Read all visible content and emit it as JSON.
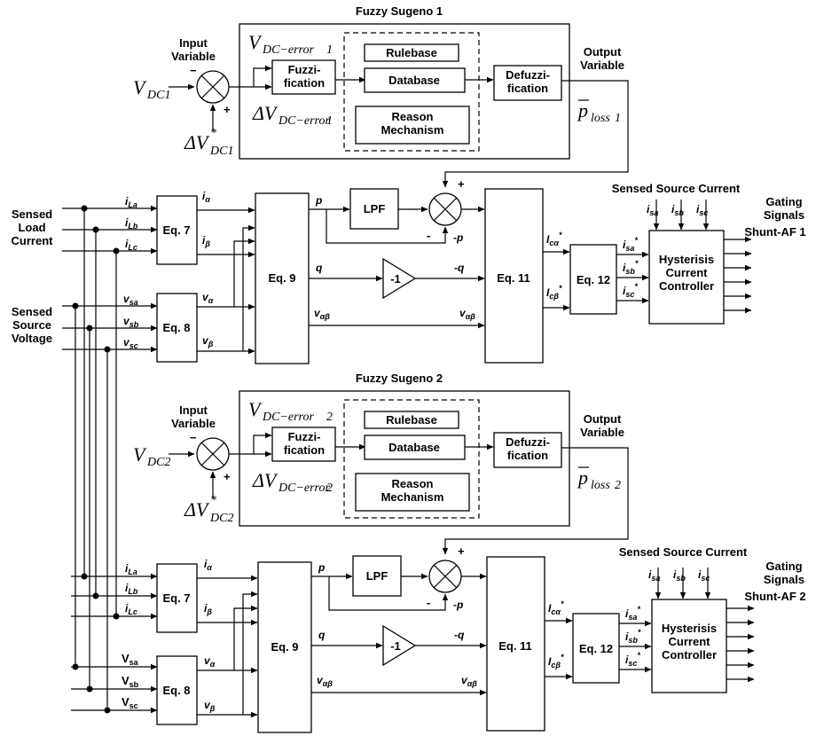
{
  "shared": {
    "input_variable": "Input\nVariable",
    "output_variable": "Output\nVariable",
    "fuzzification": "Fuzzi-\nfication",
    "rulebase": "Rulebase",
    "database": "Database",
    "reason_mechanism": "Reason\nMechanism",
    "defuzzification": "Defuzzi-\nfication",
    "lpf": "LPF",
    "gain": "-1",
    "eq7": "Eq. 7",
    "eq8": "Eq. 8",
    "eq9": "Eq. 9",
    "eq11": "Eq. 11",
    "eq12": "Eq. 12",
    "hysteresis_controller": "Hysterisis\nCurrent\nController",
    "sensed_source_current": "Sensed Source Current",
    "sensed_load_current": "Sensed\nLoad\nCurrent",
    "sensed_source_voltage": "Sensed\nSource\nVoltage",
    "gating_signals_label": "Gating\nSignals",
    "minus": "−",
    "plus": "+",
    "minus_small": "-",
    "i_la": "i",
    "i_la_sub": "La",
    "i_lb": "i",
    "i_lb_sub": "Lb",
    "i_lc": "i",
    "i_lc_sub": "Lc",
    "v_sa": "v",
    "v_sa_sub": "sa",
    "v_sb": "v",
    "v_sb_sub": "sb",
    "v_sc": "v",
    "v_sc_sub": "sc",
    "V_sa": "V",
    "V_sa_sub": "sa",
    "V_sb": "V",
    "V_sb_sub": "sb",
    "V_sc": "V",
    "V_sc_sub": "sc",
    "i_alpha": "i",
    "i_alpha_sub": "α",
    "i_beta": "i",
    "i_beta_sub": "β",
    "v_alpha": "v",
    "v_alpha_sub": "α",
    "v_beta": "v",
    "v_beta_sub": "β",
    "p": "p",
    "neg_p": "-p",
    "q": "q",
    "neg_q": "-q",
    "v_alphabeta": "v",
    "v_alphabeta_sub": "αβ",
    "i_calpha": "I",
    "i_calpha_sub": "cα",
    "i_cbeta": "I",
    "i_cbeta_sub": "cβ",
    "star": "*",
    "i_sa": "i",
    "i_sa_sub": "sa",
    "i_sb": "i",
    "i_sb_sub": "sb",
    "i_sc": "i",
    "i_sc_sub": "sc",
    "V": "V",
    "dV": "ΔV",
    "dc_error_sub": "DC−error",
    "p_bar": "p",
    "loss_sub": "loss"
  },
  "unit1": {
    "fuzzy_title": "Fuzzy Sugeno 1",
    "index": "1",
    "vdc_sub": "DC1",
    "dvdc_sub": "DC1",
    "shunt_label": "Shunt-AF 1"
  },
  "unit2": {
    "fuzzy_title": "Fuzzy Sugeno 2",
    "index": "2",
    "vdc_sub": "DC2",
    "dvdc_sub": "DC2",
    "shunt_label": "Shunt-AF 2"
  }
}
